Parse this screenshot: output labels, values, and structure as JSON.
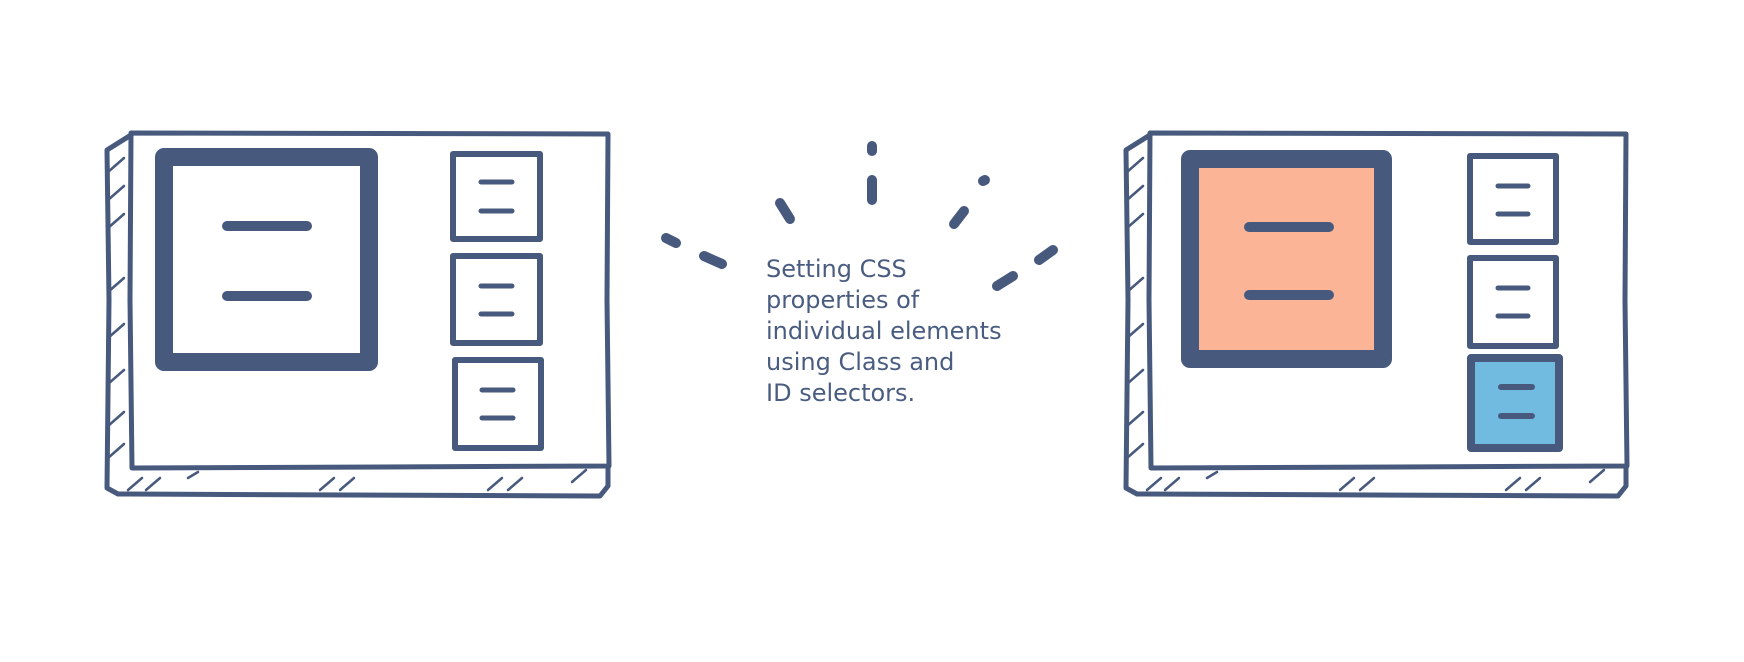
{
  "caption": {
    "lines": [
      "Setting CSS",
      "properties of",
      "individual elements",
      "using Class and",
      "ID selectors."
    ]
  },
  "colors": {
    "ink": "#475a7e",
    "paper": "#ffffff",
    "class_highlight": "#fbb596",
    "id_highlight": "#72bbe0"
  },
  "illustrations": {
    "before": {
      "main_box_fill": "#ffffff",
      "highlighted_small_box": null,
      "small_box_count": 3
    },
    "after": {
      "main_box_fill": "#fbb596",
      "highlighted_small_box": 3,
      "highlight_fill": "#72bbe0",
      "small_box_count": 3
    }
  }
}
